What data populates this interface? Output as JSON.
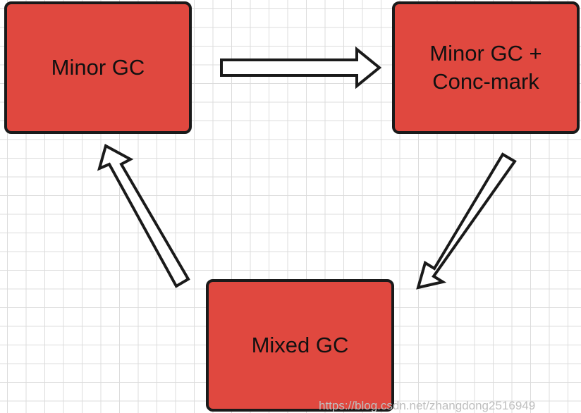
{
  "diagram": {
    "nodes": [
      {
        "id": "minor-gc",
        "label": "Minor GC"
      },
      {
        "id": "minor-gc-conc-mark",
        "label": "Minor GC +\nConc-mark"
      },
      {
        "id": "mixed-gc",
        "label": "Mixed GC"
      }
    ],
    "edges": [
      {
        "from": "minor-gc",
        "to": "minor-gc-conc-mark"
      },
      {
        "from": "minor-gc-conc-mark",
        "to": "mixed-gc"
      },
      {
        "from": "mixed-gc",
        "to": "minor-gc"
      }
    ],
    "colors": {
      "node_fill": "#e0483f",
      "node_border": "#1a1a1a",
      "arrow_fill": "#ffffff",
      "arrow_outline": "#1a1a1a",
      "grid": "#dcdcdc",
      "background": "#ffffff"
    }
  },
  "watermark": "https://blog.csdn.net/zhangdong2516949"
}
